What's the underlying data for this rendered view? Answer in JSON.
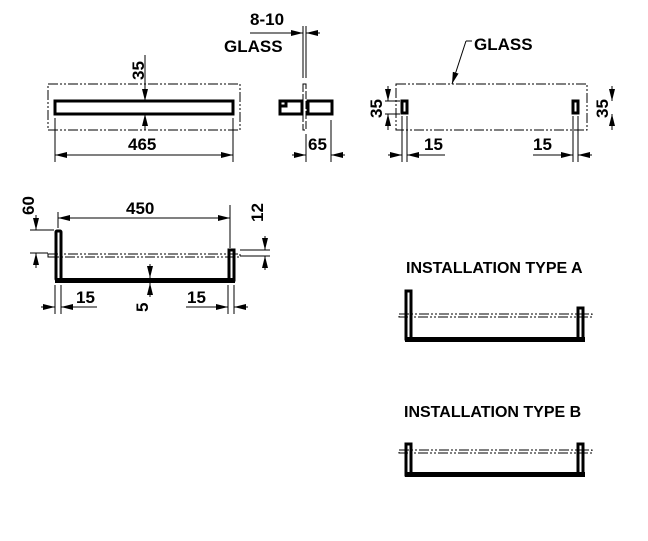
{
  "dimensions": {
    "front_height": "35",
    "front_length": "465",
    "glass_thickness": "8-10",
    "glass_label": "GLASS",
    "side_depth": "65",
    "top_glass_label": "GLASS",
    "top_left_height": "35",
    "top_right_height": "35",
    "top_left_offset": "15",
    "top_right_offset": "15",
    "inner_length": "450",
    "post_height": "60",
    "short_post_height": "12",
    "bottom_left_offset": "15",
    "bottom_right_offset": "15",
    "bar_thickness": "5"
  },
  "installations": [
    {
      "title": "INSTALLATION TYPE A"
    },
    {
      "title": "INSTALLATION TYPE B"
    }
  ],
  "colors": {
    "line": "#000000",
    "background": "#ffffff"
  }
}
